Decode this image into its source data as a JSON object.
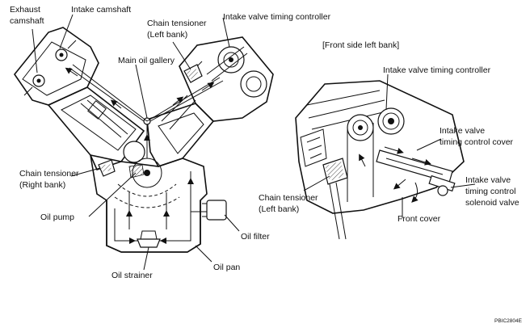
{
  "labels": {
    "exhaust_camshaft": [
      "Exhaust",
      "camshaft"
    ],
    "intake_camshaft": "Intake camshaft",
    "chain_tensioner_left_bank": [
      "Chain tensioner",
      "(Left bank)"
    ],
    "intake_valve_timing_controller_main": "Intake valve timing controller",
    "main_oil_gallery": "Main oil gallery",
    "front_side_left_bank": "[Front  side  left bank]",
    "intake_valve_timing_controller_detail": "Intake valve timing controller",
    "intake_valve_timing_control_cover": [
      "Intake valve",
      "timing control cover"
    ],
    "chain_tensioner_right_bank": [
      "Chain tensioner",
      "(Right bank)"
    ],
    "intake_valve_timing_control_solenoid_valve": [
      "Intake valve",
      "timing control",
      "solenoid valve"
    ],
    "chain_tensioner_left_bank_detail": [
      "Chain tensioner",
      "(Left bank)"
    ],
    "front_cover": "Front cover",
    "oil_pump": "Oil pump",
    "oil_filter": "Oil filter",
    "oil_pan": "Oil pan",
    "oil_strainer": "Oil strainer"
  },
  "figure_code": "PBIC2804E"
}
